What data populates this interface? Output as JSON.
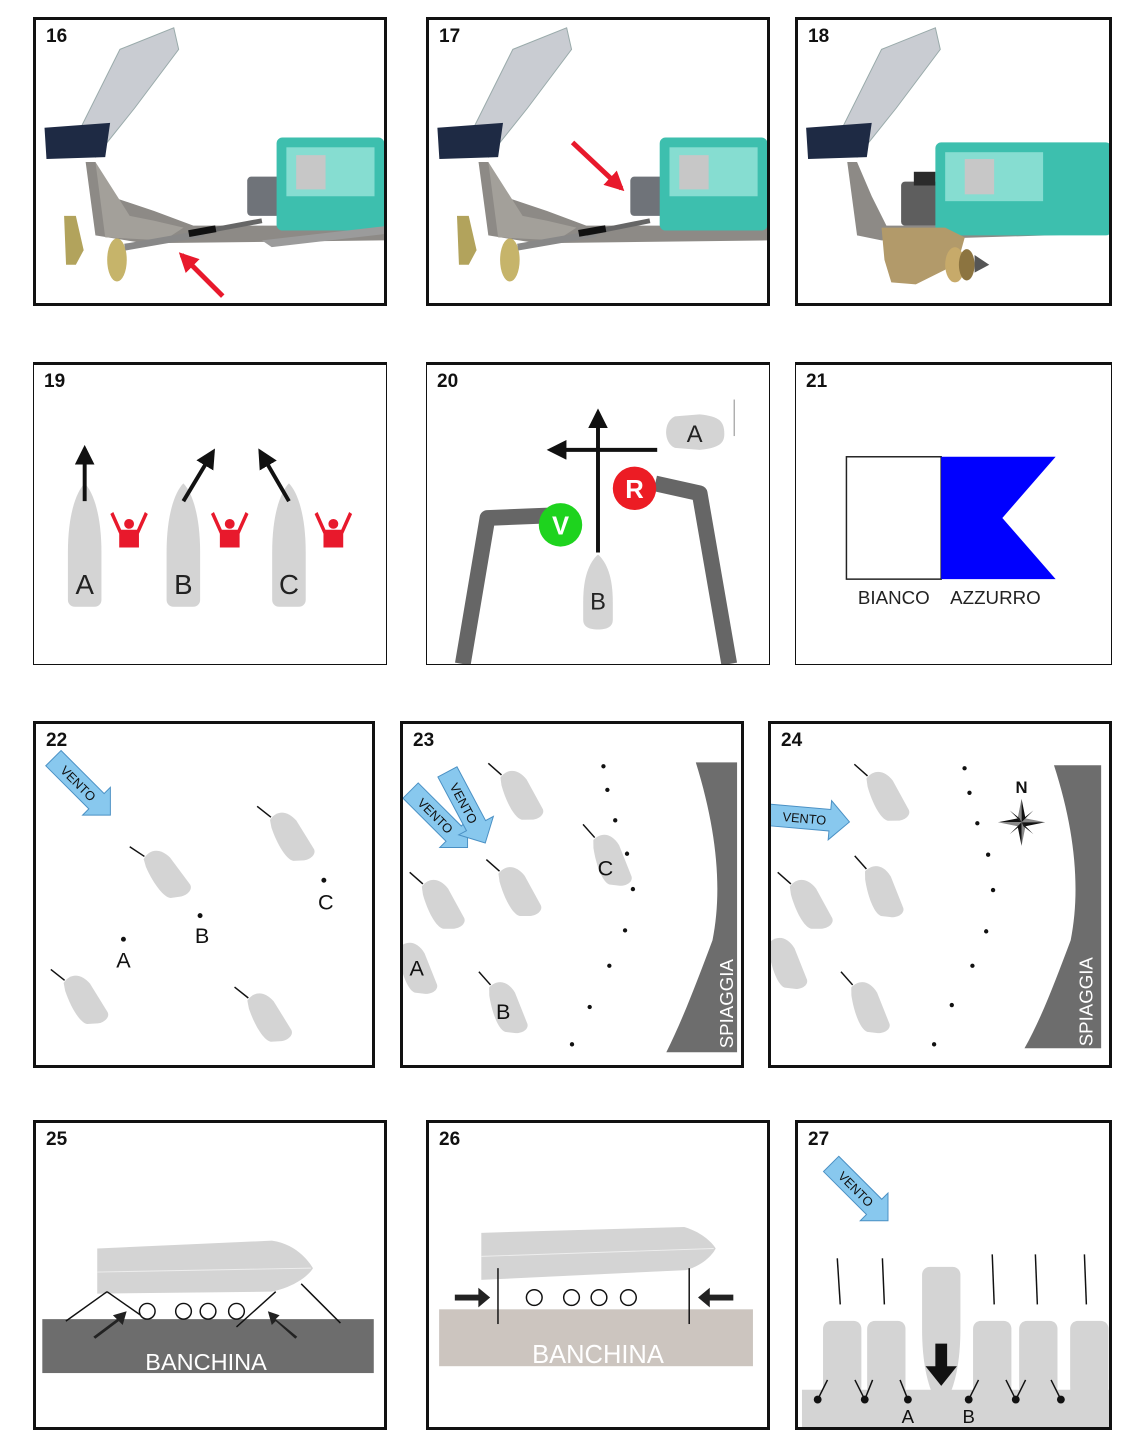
{
  "panels": [
    {
      "number": "16"
    },
    {
      "number": "17"
    },
    {
      "number": "18"
    },
    {
      "number": "19",
      "boats": [
        "A",
        "B",
        "C"
      ]
    },
    {
      "number": "20",
      "boats": [
        "A",
        "B"
      ],
      "lights": {
        "green": "V",
        "red": "R"
      }
    },
    {
      "number": "21",
      "flag_labels": [
        "BIANCO",
        "AZZURRO"
      ]
    },
    {
      "number": "22",
      "wind": "VENTO",
      "points": [
        "A",
        "B",
        "C"
      ]
    },
    {
      "number": "23",
      "wind": "VENTO",
      "boats": [
        "A",
        "B",
        "C"
      ],
      "shore": "SPIAGGIA"
    },
    {
      "number": "24",
      "wind": "VENTO",
      "compass": "N",
      "shore": "SPIAGGIA"
    },
    {
      "number": "25",
      "quay": "BANCHINA"
    },
    {
      "number": "26",
      "quay": "BANCHINA"
    },
    {
      "number": "27",
      "wind": "VENTO",
      "points": [
        "A",
        "B"
      ]
    }
  ],
  "colors": {
    "arrow_red": "#e8192c",
    "boat_gray": "#d4d4d4",
    "flag_blue": "#0000ff",
    "wind_blue": "#88c8ee",
    "light_green": "#1ed31e",
    "light_red": "#ec1c24",
    "quay_dark": "#6d6d6d",
    "quay_light": "#ccc5bf",
    "engine_teal": "#3dbfae"
  }
}
